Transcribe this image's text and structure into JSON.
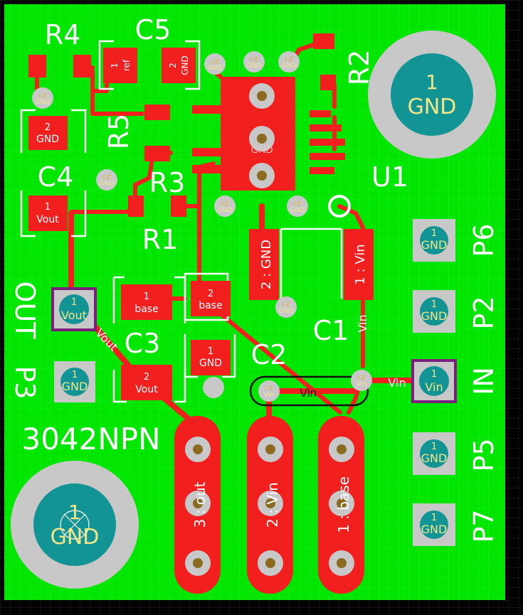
{
  "colors": {
    "board": "#00e600",
    "copper": "#f21f1f",
    "silkscreen": "#ffffff",
    "pad_teal": "#139494",
    "via_grey": "#c8c8c8",
    "mounting_ring": "#c8c8c8",
    "pad_label": "#f2e68a",
    "outline_purple": "#7a1f7a",
    "background": "#000000"
  },
  "designators": {
    "r4": "R4",
    "c5": "C5",
    "r2": "R2",
    "r5": "R5",
    "c4": "C4",
    "r3": "R3",
    "r1": "R1",
    "u1": "U1",
    "c1": "C1",
    "c2": "C2",
    "c3": "C3",
    "p6": "P6",
    "p2": "P2",
    "in": "IN",
    "p5": "P5",
    "p7": "P7",
    "out": "OUT",
    "p3": "P3",
    "part": "3042NPN"
  },
  "pads": {
    "c5_1": {
      "num": "1",
      "net": "ref"
    },
    "c5_2": {
      "num": "2",
      "net": "GND"
    },
    "c4_2": {
      "num": "2",
      "net": "GND"
    },
    "c4_1": {
      "num": "1",
      "net": "Vout"
    },
    "c3_1": {
      "num": "1",
      "net": "base"
    },
    "c3_2": {
      "num": "2",
      "net": "Vout"
    },
    "c2_2": {
      "num": "2",
      "net": "base"
    },
    "c2_1": {
      "num": "1",
      "net": "GND"
    },
    "u1_gnd": "GND",
    "c1_gnd": "2 : GND",
    "c1_vin": "1 : Vin",
    "c1_vin_trace": "Vin",
    "vin_trace": "Vin",
    "vin_trace_right": "Vin",
    "via_gnd": "GND",
    "via_vin": "Vin"
  },
  "mount_holes": [
    {
      "num": "1",
      "net": "GND"
    },
    {
      "num": "1",
      "net": "GND"
    }
  ],
  "connectors": {
    "p6": {
      "num": "1",
      "net": "GND"
    },
    "p2": {
      "num": "1",
      "net": "GND"
    },
    "in": {
      "num": "1",
      "net": "Vin"
    },
    "p5": {
      "num": "1",
      "net": "GND"
    },
    "p7": {
      "num": "1",
      "net": "GND"
    },
    "out": {
      "num": "1",
      "net": "Vout"
    },
    "p3": {
      "num": "1",
      "net": "GND"
    }
  },
  "transistor_pins": {
    "pin3": "3 : out",
    "pin2": "2 : Vin",
    "pin1": "1 : base"
  },
  "trace_labels": {
    "vout_diag": "Vout"
  }
}
